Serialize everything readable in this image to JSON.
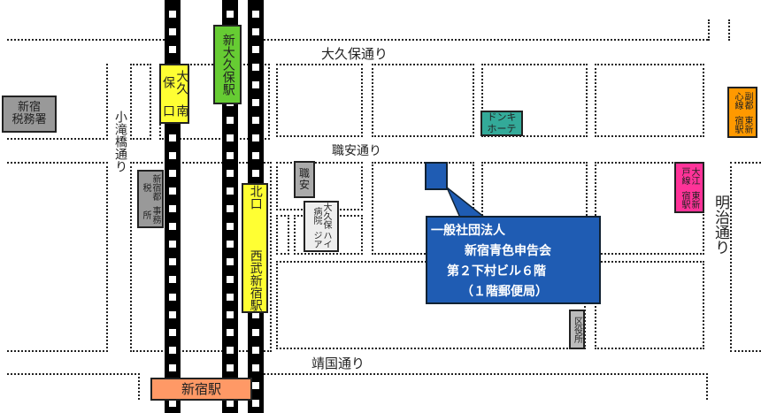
{
  "roads": {
    "okubo": "大久保通り",
    "shokuan": "職安通り",
    "yasukuni": "靖国通り",
    "otakibashi": "小滝橋通り",
    "meiji": "明治通り"
  },
  "stations": {
    "okubo_south": [
      "大久保",
      "南口"
    ],
    "shin_okubo": "新大久保駅",
    "seibu_shinjuku": [
      "北口",
      "西武新宿駅"
    ],
    "shinjuku": "新宿駅",
    "higashi_shinjuku_fukutoshin": [
      "東新宿駅",
      "副都心線"
    ],
    "higashi_shinjuku_oedo": [
      "東新宿駅",
      "大江戸線"
    ]
  },
  "landmarks": {
    "tax_office": [
      "新宿",
      "税務署"
    ],
    "metro_tax_office": [
      "新宿都税",
      "事務所"
    ],
    "don_quijote": [
      "ドンキ",
      "ホーテ"
    ],
    "hello_work": [
      "職",
      "安"
    ],
    "okubo_hospital": [
      "大久保病院",
      "ハイジア"
    ],
    "ward_office": "区役所"
  },
  "destination": {
    "lines": [
      "一般社団法人",
      "新宿青色申告会",
      "第２下村ビル６階",
      "（１階郵便局）"
    ],
    "color": "#1f5cb3"
  }
}
